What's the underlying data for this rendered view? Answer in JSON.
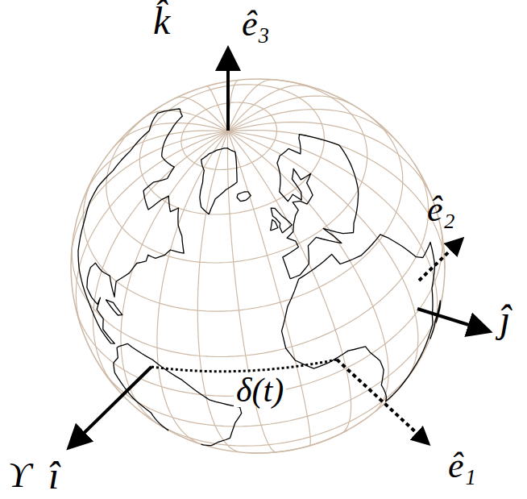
{
  "diagram": {
    "labels": [
      "k̂",
      "ê₃",
      "ê₂",
      "ĵ",
      "δ(t)",
      "ϒ",
      "î",
      "ê₁"
    ]
  }
}
